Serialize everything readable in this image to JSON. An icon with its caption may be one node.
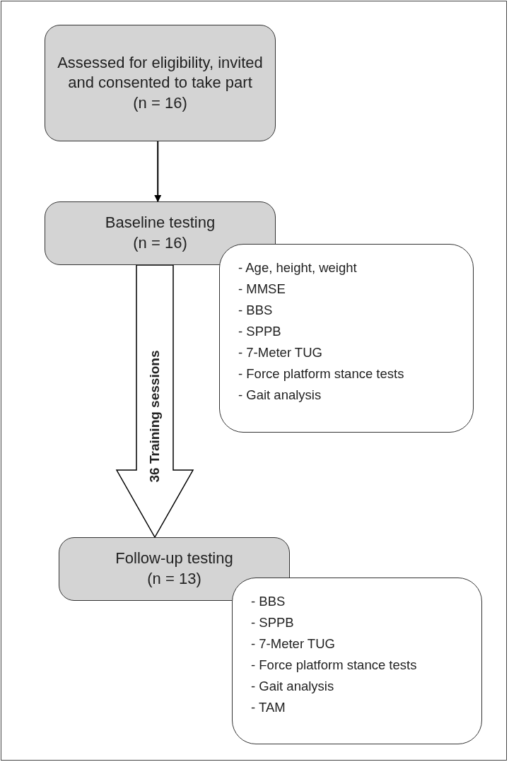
{
  "diagram": {
    "nodes": [
      {
        "text": [
          "Assessed for eligibility, invited and consented to take part",
          "(n = 16)"
        ]
      },
      {
        "text": [
          "Baseline testing",
          "(n = 16)"
        ]
      },
      {
        "text": [
          "- Age, height, weight",
          "- MMSE",
          "- BBS",
          "- SPPB",
          "- 7-Meter TUG",
          "- Force platform stance tests",
          "- Gait analysis"
        ]
      },
      {
        "text": [
          "Follow-up testing",
          "(n = 13)"
        ]
      },
      {
        "text": [
          "- BBS",
          "- SPPB",
          "- 7-Meter TUG",
          "- Force platform stance tests",
          "- Gait analysis",
          "- TAM"
        ]
      }
    ],
    "edges": [
      {
        "from": 0,
        "to": 1,
        "arrow": "to"
      },
      {
        "from": 1,
        "to": 3,
        "arrow": "to",
        "label": "36 Training sessions",
        "style": "thick"
      }
    ]
  }
}
